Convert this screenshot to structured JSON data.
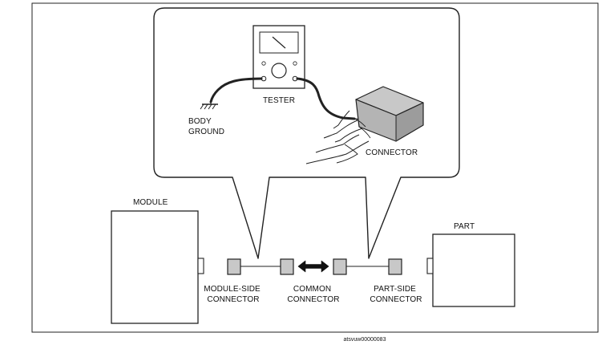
{
  "labels": {
    "tester": "TESTER",
    "body_ground": [
      "BODY",
      "GROUND"
    ],
    "connector": "CONNECTOR",
    "module": "MODULE",
    "part": "PART",
    "module_side_connector": [
      "MODULE-SIDE",
      "CONNECTOR"
    ],
    "common_connector": [
      "COMMON",
      "CONNECTOR"
    ],
    "part_side_connector": [
      "PART-SIDE",
      "CONNECTOR"
    ]
  },
  "caption": "atsvuw00000083"
}
